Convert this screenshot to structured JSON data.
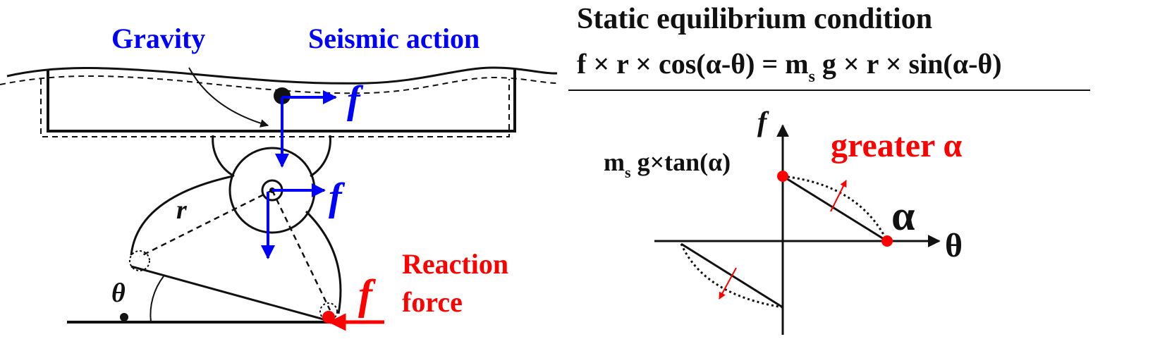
{
  "colors": {
    "blue": "#0000ff",
    "red": "#ff0000",
    "black": "#111111"
  },
  "left_diagram": {
    "label_gravity": "Gravity",
    "label_seismic": "Seismic action",
    "label_f_top": "f",
    "label_f_mid": "f",
    "label_f_reaction": "f",
    "label_r": "r",
    "label_theta": "θ",
    "label_reaction_line1": "Reaction",
    "label_reaction_line2": "force"
  },
  "equation": {
    "title": "Static equilibrium condition",
    "part1": "f × r × cos(α-θ) = m",
    "sub1": "s",
    "part2": " g × r × sin(α-θ)"
  },
  "graph": {
    "axis_y": "f",
    "axis_x": "θ",
    "alpha_label": "α",
    "greater_label": "greater α",
    "intercept_main": "m",
    "intercept_sub": "s",
    "intercept_rest": " g×tan(α)"
  }
}
